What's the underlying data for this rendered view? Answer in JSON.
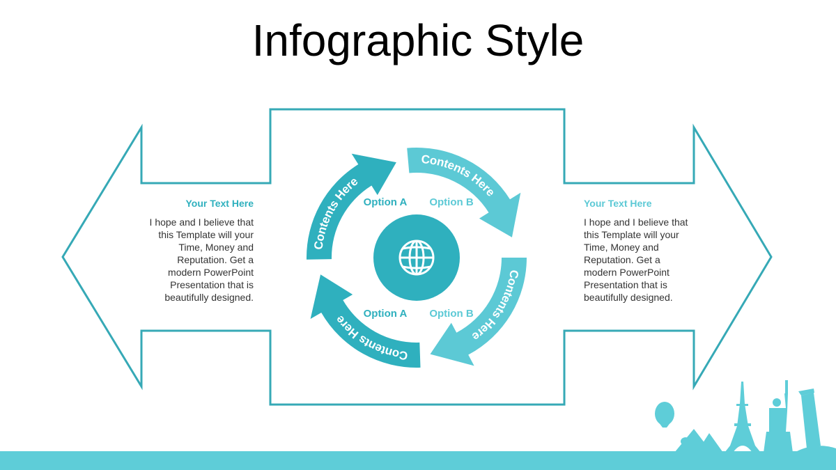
{
  "title": "Infographic Style",
  "left_panel": {
    "heading": "Your Text Here",
    "body": "I hope and I believe that this Template will your Time, Money and Reputation. Get a modern PowerPoint Presentation that is beautifully designed."
  },
  "right_panel": {
    "heading": "Your Text Here",
    "body": "I hope and I believe that this Template will your Time, Money and Reputation. Get a modern PowerPoint Presentation that is beautifully designed."
  },
  "cycle": {
    "segments": [
      {
        "label": "Contents Here",
        "color": "#2fb0be"
      },
      {
        "label": "Contents Here",
        "color": "#5cc9d5"
      },
      {
        "label": "Contents Here",
        "color": "#5cc9d5"
      },
      {
        "label": "Contents Here",
        "color": "#2fb0be"
      }
    ],
    "options": [
      {
        "label": "Option A",
        "color": "#2fb0be"
      },
      {
        "label": "Option B",
        "color": "#5cc9d5"
      },
      {
        "label": "Option A",
        "color": "#2fb0be"
      },
      {
        "label": "Option B",
        "color": "#5cc9d5"
      }
    ],
    "center_icon": "globe-icon",
    "center_color": "#2fb0be"
  },
  "colors": {
    "dark_teal": "#2fb0be",
    "light_teal": "#5cc9d5",
    "outline": "#36a9b6",
    "footer": "#5ecdd8"
  },
  "skyline_icons": [
    "hot-air-balloon-icon",
    "pyramids-icon",
    "eiffel-tower-icon",
    "statue-of-liberty-icon",
    "leaning-tower-icon"
  ]
}
